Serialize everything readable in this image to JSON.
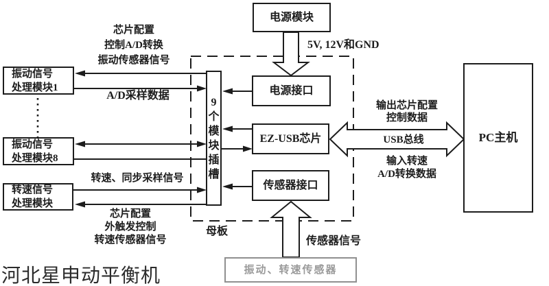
{
  "diagram": {
    "title_watermark": "河北星申动平衡机",
    "colors": {
      "line": "#1c1c1c",
      "gray_box": "#8f8f8f",
      "gray_text": "#9a9a9a",
      "background": "#ffffff"
    },
    "nodes": {
      "power_module": "电源模块",
      "power_interface": "电源接口",
      "usb_chip": "EZ-USB芯片",
      "sensor_interface": "传感器接口",
      "module_slot": "9\n个\n模\n块\n插\n槽",
      "pc_host": "PC主机",
      "vib_module_1": "振动信号\n处理模块1",
      "vib_module_8": "振动信号\n处理模块8",
      "speed_module": "转速信号\n处理模块",
      "sensors": "振动、转速传感器",
      "motherboard": "母板"
    },
    "labels": {
      "power_supply": "5V, 12V和GND",
      "top_left_config": "芯片配置\n控制A/D转换\n振动传感器信号",
      "ad_sample": "A/D采样数据",
      "speed_sync": "转速、同步采样信号",
      "bottom_left_config": "芯片配置\n外触发控制\n转速传感器信号",
      "output_config": "输出芯片配置\n控制数据",
      "usb_bus": "USB总线",
      "input_data": "输入转速\nA/D转换数据",
      "sensor_signal": "传感器信号"
    }
  }
}
